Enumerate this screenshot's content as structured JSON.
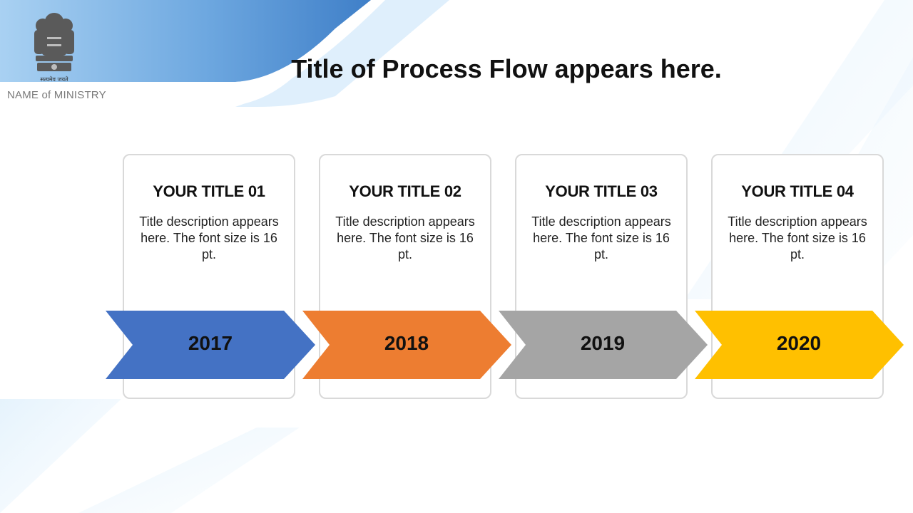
{
  "header": {
    "ministry_name": "NAME of MINISTRY",
    "emblem_motto": "सत्यमेव जयते",
    "title": "Title of Process Flow appears here."
  },
  "steps": [
    {
      "title": "YOUR TITLE 01",
      "description": "Title description appears here. The font size is 16 pt.",
      "year": "2017",
      "color": "#4472c4"
    },
    {
      "title": "YOUR TITLE 02",
      "description": "Title description appears here. The font size is 16 pt.",
      "year": "2018",
      "color": "#ed7d31"
    },
    {
      "title": "YOUR TITLE 03",
      "description": "Title description appears here. The font size is 16 pt.",
      "year": "2019",
      "color": "#a5a5a5"
    },
    {
      "title": "YOUR TITLE 04",
      "description": "Title description appears here. The font size is 16 pt.",
      "year": "2020",
      "color": "#ffc000"
    }
  ],
  "theme": {
    "accent_blue": "#4a90d9",
    "light_blue": "#cfe6fa"
  }
}
